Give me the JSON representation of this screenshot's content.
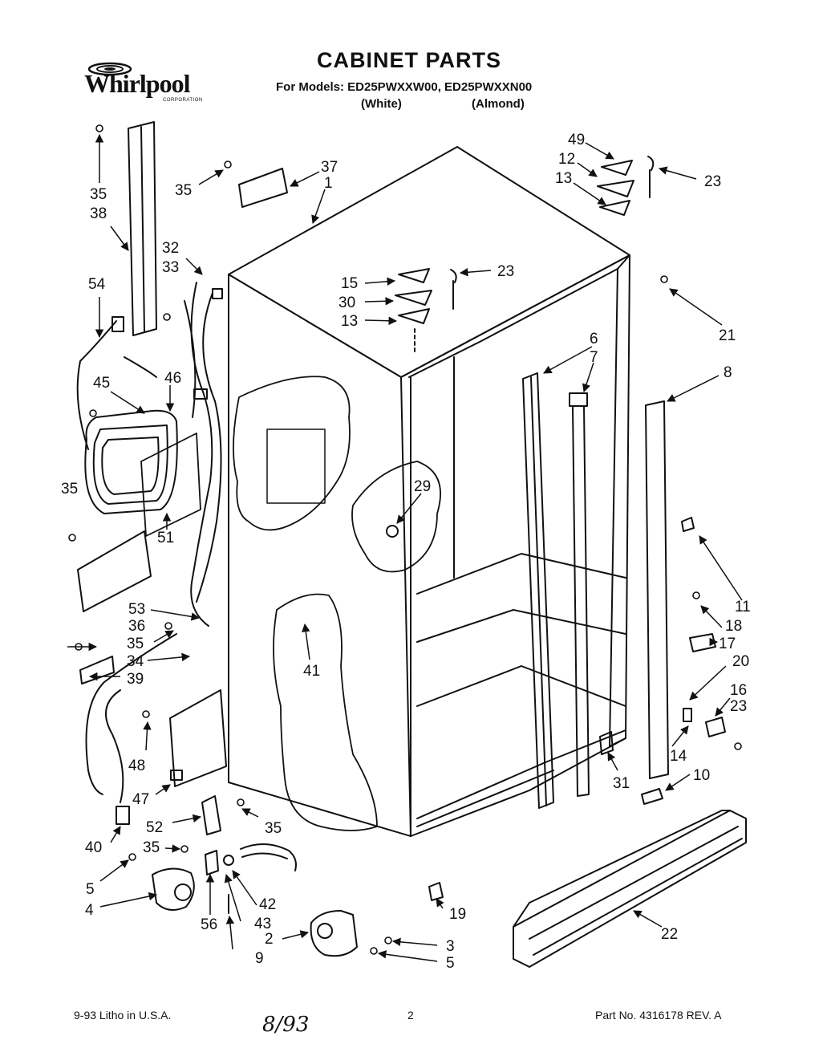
{
  "header": {
    "brand": "Whirlpool",
    "brand_corp": "CORPORATION",
    "title": "CABINET PARTS",
    "models": "For Models: ED25PWXXW00, ED25PWXXN00",
    "finish_white": "(White)",
    "finish_almond": "(Almond)"
  },
  "footer": {
    "litho": "9-93 Litho in U.S.A.",
    "page": "2",
    "part_no": "Part No. 4316178  REV. A",
    "handwritten": "8/93"
  },
  "callouts": [
    {
      "id": "c35a",
      "text": "35"
    },
    {
      "id": "c38",
      "text": "38"
    },
    {
      "id": "c35b",
      "text": "35"
    },
    {
      "id": "c37",
      "text": "37"
    },
    {
      "id": "c1",
      "text": "1"
    },
    {
      "id": "c54",
      "text": "54"
    },
    {
      "id": "c32",
      "text": "32"
    },
    {
      "id": "c33",
      "text": "33"
    },
    {
      "id": "c49",
      "text": "49"
    },
    {
      "id": "c12a",
      "text": "12"
    },
    {
      "id": "c13a",
      "text": "13"
    },
    {
      "id": "c23a",
      "text": "23"
    },
    {
      "id": "c15",
      "text": "15"
    },
    {
      "id": "c30",
      "text": "30"
    },
    {
      "id": "c13b",
      "text": "13"
    },
    {
      "id": "c23b",
      "text": "23"
    },
    {
      "id": "c21",
      "text": "21"
    },
    {
      "id": "c45",
      "text": "45"
    },
    {
      "id": "c46",
      "text": "46"
    },
    {
      "id": "c6",
      "text": "6"
    },
    {
      "id": "c7",
      "text": "7"
    },
    {
      "id": "c8",
      "text": "8"
    },
    {
      "id": "c35c",
      "text": "35"
    },
    {
      "id": "c29",
      "text": "29"
    },
    {
      "id": "c51",
      "text": "51"
    },
    {
      "id": "c11",
      "text": "11"
    },
    {
      "id": "c53",
      "text": "53"
    },
    {
      "id": "c36",
      "text": "36"
    },
    {
      "id": "c18",
      "text": "18"
    },
    {
      "id": "c35d",
      "text": "35"
    },
    {
      "id": "c17",
      "text": "17"
    },
    {
      "id": "c34",
      "text": "34"
    },
    {
      "id": "c20",
      "text": "20"
    },
    {
      "id": "c39",
      "text": "39"
    },
    {
      "id": "c41",
      "text": "41"
    },
    {
      "id": "c16",
      "text": "16"
    },
    {
      "id": "c23c",
      "text": "23"
    },
    {
      "id": "c48",
      "text": "48"
    },
    {
      "id": "c14",
      "text": "14"
    },
    {
      "id": "c31",
      "text": "31"
    },
    {
      "id": "c10",
      "text": "10"
    },
    {
      "id": "c47",
      "text": "47"
    },
    {
      "id": "c52",
      "text": "52"
    },
    {
      "id": "c35e",
      "text": "35"
    },
    {
      "id": "c40",
      "text": "40"
    },
    {
      "id": "c35f",
      "text": "35"
    },
    {
      "id": "c5a",
      "text": "5"
    },
    {
      "id": "c4",
      "text": "4"
    },
    {
      "id": "c42",
      "text": "42"
    },
    {
      "id": "c43",
      "text": "43"
    },
    {
      "id": "c56",
      "text": "56"
    },
    {
      "id": "c9",
      "text": "9"
    },
    {
      "id": "c19",
      "text": "19"
    },
    {
      "id": "c2",
      "text": "2"
    },
    {
      "id": "c3",
      "text": "3"
    },
    {
      "id": "c5b",
      "text": "5"
    },
    {
      "id": "c22",
      "text": "22"
    }
  ]
}
